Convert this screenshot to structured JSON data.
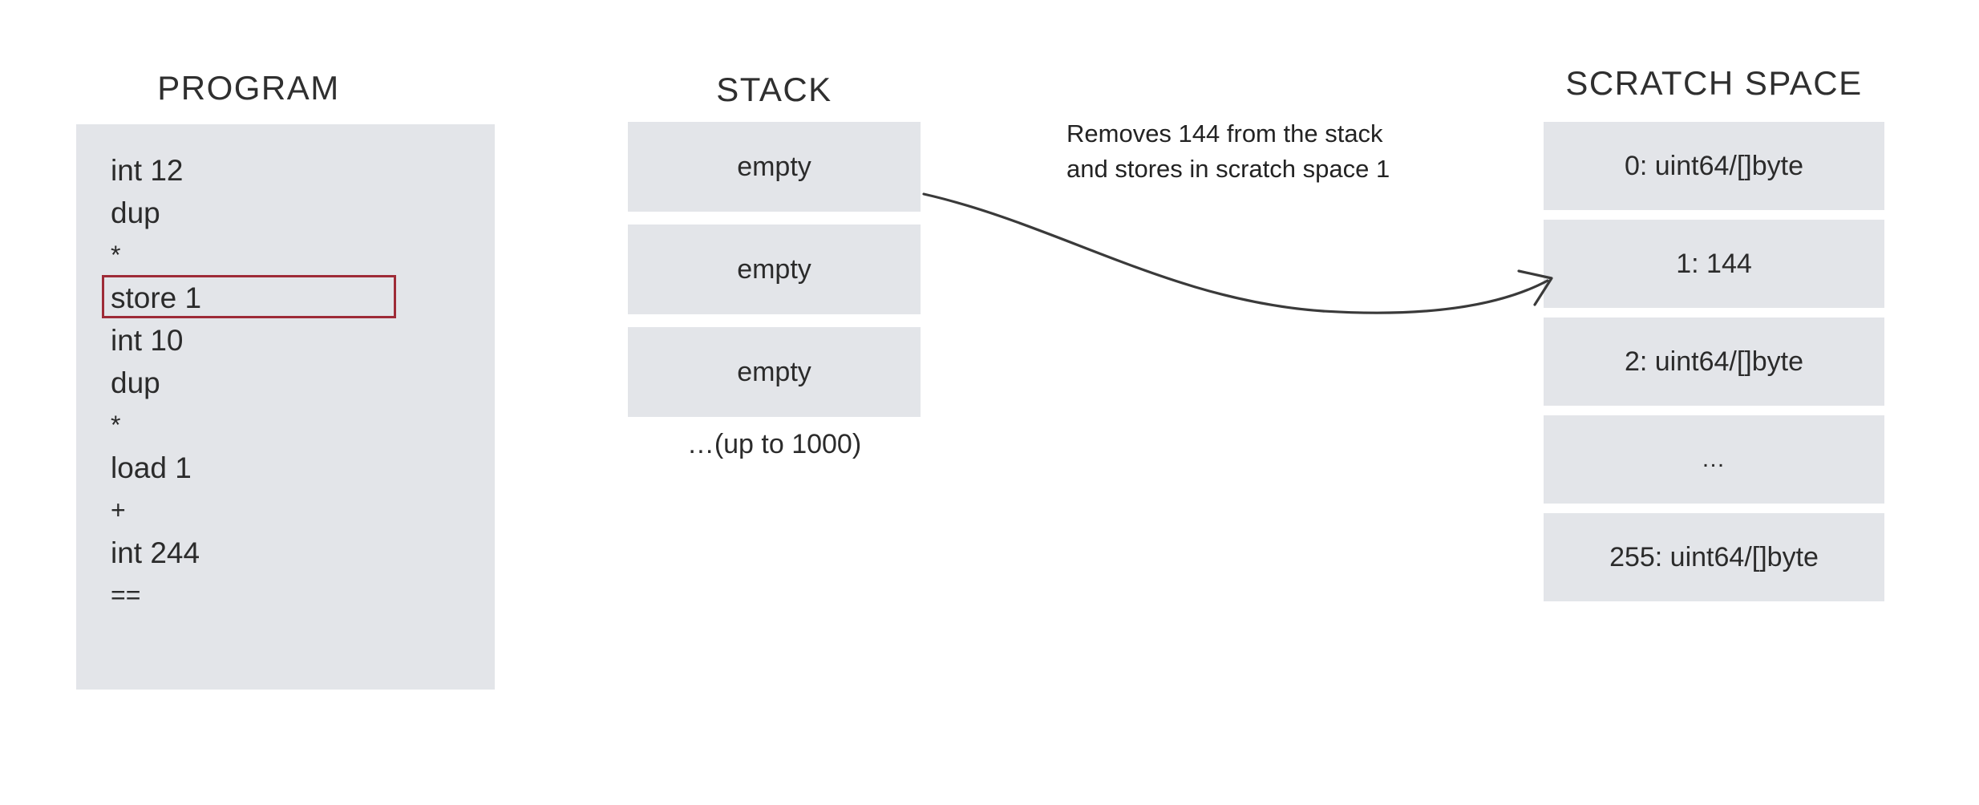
{
  "columns": {
    "program": {
      "heading": "PROGRAM",
      "lines": [
        {
          "text": "int 12",
          "symbol": false,
          "highlighted": false
        },
        {
          "text": "dup",
          "symbol": false,
          "highlighted": false
        },
        {
          "text": "*",
          "symbol": true,
          "highlighted": false
        },
        {
          "text": "store 1",
          "symbol": false,
          "highlighted": true
        },
        {
          "text": "int 10",
          "symbol": false,
          "highlighted": false
        },
        {
          "text": "dup",
          "symbol": false,
          "highlighted": false
        },
        {
          "text": "*",
          "symbol": true,
          "highlighted": false
        },
        {
          "text": "load 1",
          "symbol": false,
          "highlighted": false
        },
        {
          "text": "+",
          "symbol": true,
          "highlighted": false
        },
        {
          "text": "int 244",
          "symbol": false,
          "highlighted": false
        },
        {
          "text": "==",
          "symbol": true,
          "highlighted": false
        }
      ],
      "highlight_color": "#9e2b37",
      "highlighted_line": "store 1"
    },
    "stack": {
      "heading": "STACK",
      "cells": [
        "empty",
        "empty",
        "empty"
      ],
      "more_label": "…(up to 1000)"
    },
    "scratch": {
      "heading": "SCRATCH SPACE",
      "cells": [
        "0: uint64/[]byte",
        "1: 144",
        "2: uint64/[]byte",
        "…",
        "255: uint64/[]byte"
      ]
    }
  },
  "annotation": {
    "line1": "Removes 144 from the stack",
    "line2": "and stores in scratch space 1"
  },
  "palette": {
    "panel_fill": "#e3e5e9",
    "text": "#2b2b2b",
    "heading": "#2f2f2f",
    "highlight": "#9e2b37",
    "arrow": "#3a3a3a",
    "background": "#ffffff"
  }
}
